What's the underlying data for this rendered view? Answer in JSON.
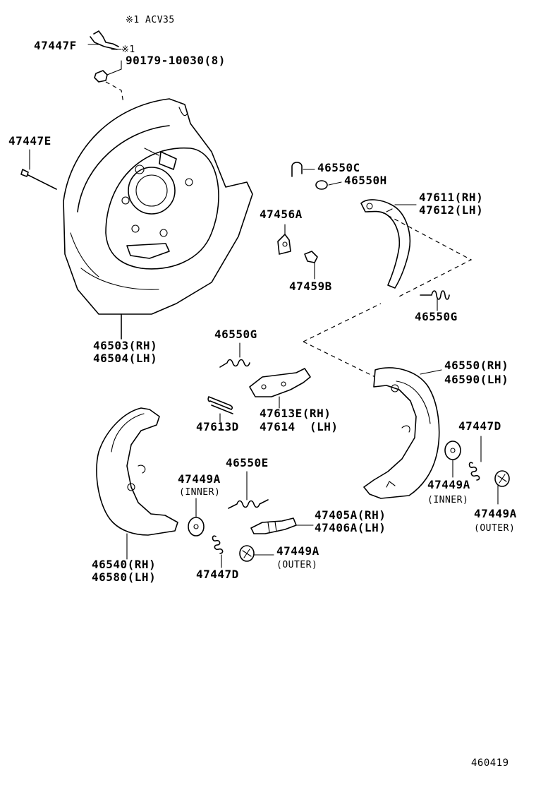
{
  "note_header": "※1 ACV35",
  "drawing_code": "460419",
  "parts": {
    "p47447F": "47447F",
    "p_note_ref": "※1",
    "p90179": "90179-10030(8)",
    "p47447E": "47447E",
    "p46503": "46503(RH)",
    "p46504": "46504(LH)",
    "p46550C": "46550C",
    "p46550H": "46550H",
    "p47611": "47611(RH)",
    "p47612": "47612(LH)",
    "p47456A": "47456A",
    "p47459B": "47459B",
    "p46550G_right": "46550G",
    "p46550G_mid": "46550G",
    "p46550_rh": "46550(RH)",
    "p46590_lh": "46590(LH)",
    "p47613E": "47613E(RH)",
    "p47614": "47614  (LH)",
    "p47613D": "47613D",
    "p47447D_right": "47447D",
    "p46550E": "46550E",
    "p47449A_inner_left": "47449A",
    "inner_left": "(INNER)",
    "p47449A_inner_right": "47449A",
    "inner_right": "(INNER)",
    "p47449A_outer_right": "47449A",
    "outer_right": "(OUTER)",
    "p47405A": "47405A(RH)",
    "p47406A": "47406A(LH)",
    "p46540": "46540(RH)",
    "p46580": "46580(LH)",
    "p47449A_outer_mid": "47449A",
    "outer_mid": "(OUTER)",
    "p47447D_mid": "47447D"
  }
}
